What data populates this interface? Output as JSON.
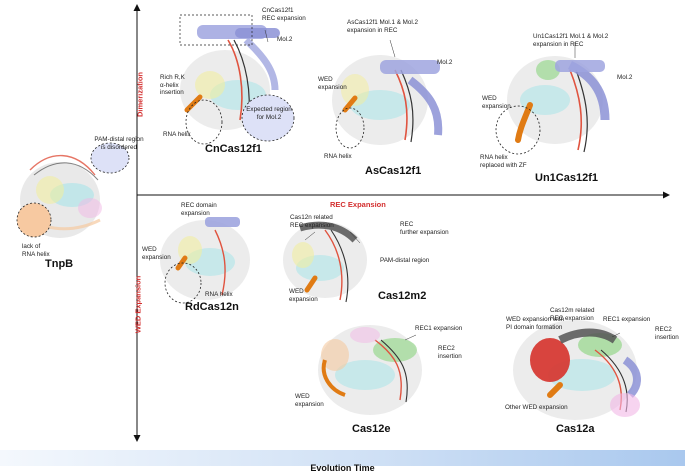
{
  "axes": {
    "x_label": "REC Expansion",
    "y_top_label": "Dimerization",
    "y_bottom_label": "WED Expansion",
    "bottom_label": "Evolution Time",
    "red": "#d32f2f"
  },
  "tnpb": {
    "name": "TnpB",
    "pam_note": "PAM-distal region\nis disordered",
    "rna_note": "lack of\nRNA helix"
  },
  "cncas": {
    "name": "CnCas12f1",
    "rec": "CnCas12f1\nREC expansion",
    "mol2": "Mol.2",
    "alpha": "Rich R,K\nα-helix\ninsertion",
    "expected": "Expected region\nfor Mol.2",
    "rna": "RNA helix"
  },
  "ascas": {
    "name": "AsCas12f1",
    "rec": "AsCas12f1 Mol.1 & Mol.2\nexpansion in REC",
    "mol2": "Mol.2",
    "wed": "WED\nexpansion",
    "rna": "RNA helix"
  },
  "un1cas": {
    "name": "Un1Cas12f1",
    "rec": "Un1Cas12f1 Mol.1 & Mol.2\nexpansion in REC",
    "mol2": "Mol.2",
    "wed": "WED\nexpansion",
    "rna": "RNA helix\nreplaced with ZF"
  },
  "rdcas": {
    "name": "RdCas12n",
    "rec": "REC domain\nexpansion",
    "wed": "WED\nexpansion",
    "rna": "RNA helix"
  },
  "cas12m2": {
    "name": "Cas12m2",
    "rec_related": "Cas12n related\nREC expansion",
    "rec_further": "REC\nfurther expansion",
    "pam": "PAM-distal region",
    "wed": "WED\nexpansion"
  },
  "cas12e": {
    "name": "Cas12e",
    "rec1": "REC1 expansion",
    "rec2": "REC2\ninsertion",
    "wed": "WED\nexpansion"
  },
  "cas12a": {
    "name": "Cas12a",
    "wed_pi": "WED expansion with\nPI domain formation",
    "rec_related": "Cas12m related\nREC expansion",
    "rec1": "REC1 expansion",
    "rec2": "REC2\ninsertion",
    "other_wed": "Other WED expansion"
  },
  "colors": {
    "rec": "#9fa5df",
    "wed": "#e07b14",
    "pi": "#d6322b",
    "green": "#a8dca0",
    "cyan": "#9fe3e8",
    "gray": "#bdbdbd",
    "dark": "#555555",
    "dna_red": "#e0533f",
    "dna_dark": "#333333",
    "peach": "#f5c9a0",
    "yellow": "#f3ee9a",
    "pink": "#f2b7e6"
  }
}
